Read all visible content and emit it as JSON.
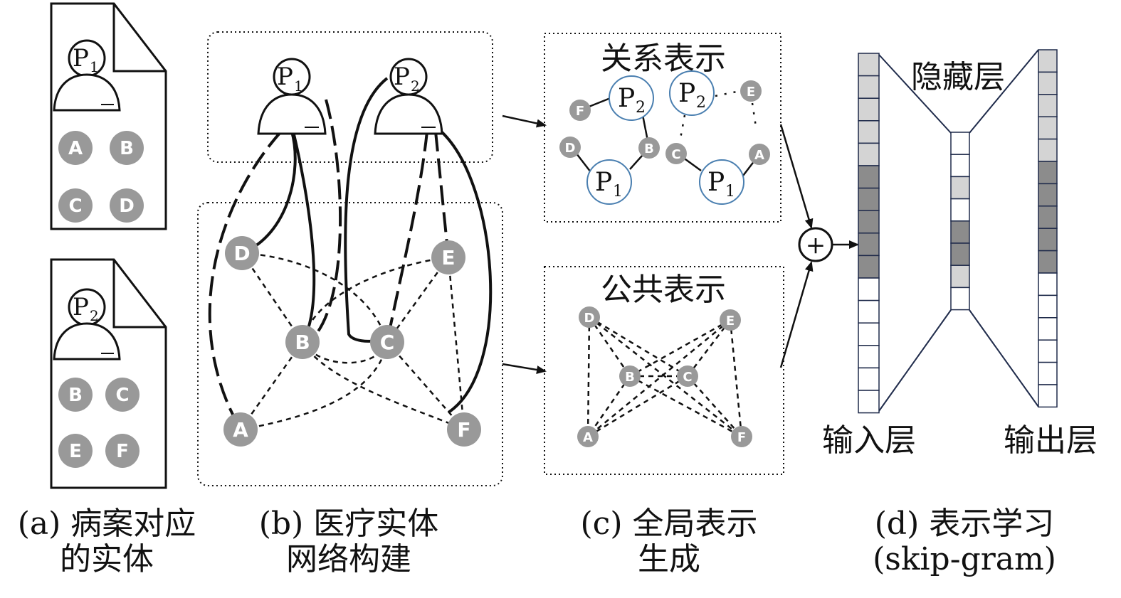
{
  "panel_a": {
    "doc1": {
      "patient": "P",
      "sub": "1",
      "entities": [
        "A",
        "B",
        "C",
        "D"
      ]
    },
    "doc2": {
      "patient": "P",
      "sub": "2",
      "entities": [
        "B",
        "C",
        "E",
        "F"
      ]
    },
    "caption_line1": "(a) 病案对应",
    "caption_line2": "的实体"
  },
  "panel_b": {
    "patients": [
      {
        "label": "P",
        "sub": "1"
      },
      {
        "label": "P",
        "sub": "2"
      }
    ],
    "entities": [
      "D",
      "E",
      "B",
      "C",
      "A",
      "F"
    ],
    "caption_line1": "(b) 医疗实体",
    "caption_line2": "网络构建"
  },
  "panel_c": {
    "relation_title": "关系表示",
    "common_title": "公共表示",
    "relation_left": {
      "patients": [
        {
          "label": "P",
          "sub": "2"
        },
        {
          "label": "P",
          "sub": "1"
        }
      ],
      "entities": [
        "F",
        "D",
        "B"
      ]
    },
    "relation_right": {
      "patients": [
        {
          "label": "P",
          "sub": "2"
        },
        {
          "label": "P",
          "sub": "1"
        }
      ],
      "entities": [
        "E",
        "C",
        "A"
      ]
    },
    "common_entities": [
      "D",
      "E",
      "B",
      "C",
      "A",
      "F"
    ],
    "plus_symbol": "+",
    "caption_line1": "(c) 全局表示",
    "caption_line2": "生成"
  },
  "panel_d": {
    "hidden_label": "隐藏层",
    "input_label": "输入层",
    "output_label": "输出层",
    "caption_line1": "(d) 表示学习",
    "caption_line2": "(skip-gram)"
  },
  "colors": {
    "node_gray": "#999999",
    "patient_circle": "#4a7fb0",
    "cell_light": "#d4d4d4",
    "cell_dark": "#8c8c8c",
    "line": "#111111"
  }
}
